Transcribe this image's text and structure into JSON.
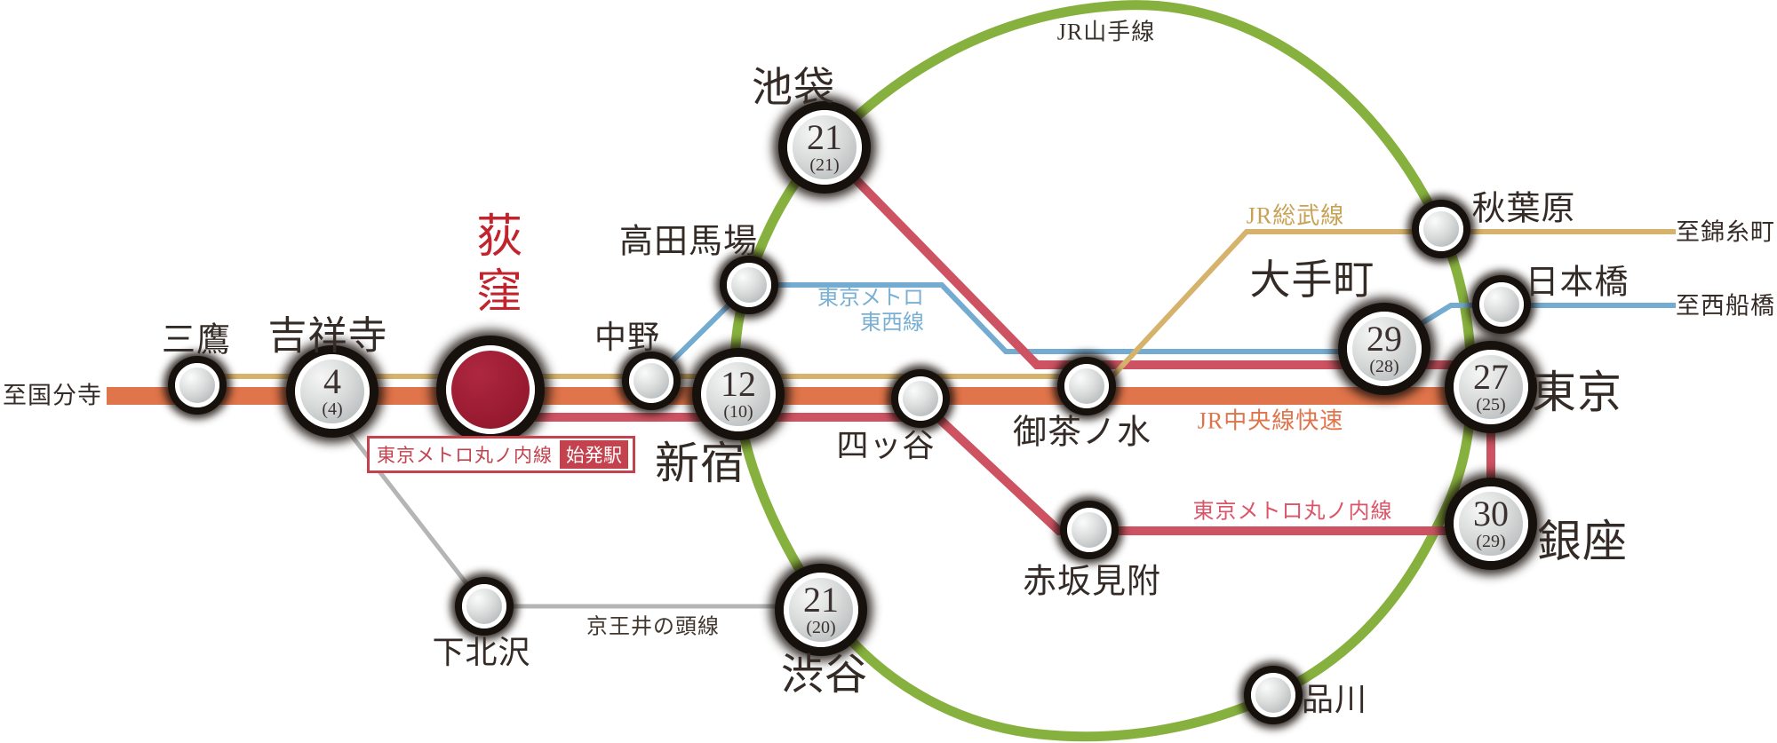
{
  "lines": {
    "yamanote": {
      "label": "JR山手線",
      "color": "#87b13e"
    },
    "chuo_rapid": {
      "label": "JR中央線快速",
      "color": "#e0744a"
    },
    "marunouchi": {
      "label": "東京メトロ丸ノ内線",
      "color": "#cd5362"
    },
    "sobu": {
      "label": "JR総武線",
      "color": "#d6b36c",
      "label_color": "#c7a254"
    },
    "tozai": {
      "label": "東京メトロ東西線",
      "label_lines": [
        "東京メトロ",
        "東西線"
      ],
      "color": "#74abd0"
    },
    "inokashira": {
      "label": "京王井の頭線",
      "color": "#b5b5b5",
      "label_color": "#43382f"
    }
  },
  "endpoints": {
    "kokubunji": "至国分寺",
    "kinshicho": "至錦糸町",
    "nishifunabashi": "至西船橋"
  },
  "origin_station": {
    "name": "荻窪",
    "box_line": "東京メトロ丸ノ内線",
    "box_tag": "始発駅"
  },
  "stations": {
    "mitaka": {
      "name": "三鷹"
    },
    "kichijoji": {
      "name": "吉祥寺",
      "badge_main": "4",
      "badge_sub": "(4)"
    },
    "nakano": {
      "name": "中野"
    },
    "takadanobaba": {
      "name": "高田馬場"
    },
    "ikebukuro": {
      "name": "池袋",
      "badge_main": "21",
      "badge_sub": "(21)"
    },
    "shinjuku": {
      "name": "新宿",
      "badge_main": "12",
      "badge_sub": "(10)"
    },
    "yotsuya": {
      "name": "四ッ谷"
    },
    "ochanomizu": {
      "name": "御茶ノ水"
    },
    "otemachi": {
      "name": "大手町",
      "badge_main": "29",
      "badge_sub": "(28)"
    },
    "akihabara": {
      "name": "秋葉原"
    },
    "nihombashi": {
      "name": "日本橋"
    },
    "tokyo": {
      "name": "東京",
      "badge_main": "27",
      "badge_sub": "(25)"
    },
    "ginza": {
      "name": "銀座",
      "badge_main": "30",
      "badge_sub": "(29)"
    },
    "akasakamitsuke": {
      "name": "赤坂見附"
    },
    "shimokitazawa": {
      "name": "下北沢"
    },
    "shibuya": {
      "name": "渋谷",
      "badge_main": "21",
      "badge_sub": "(20)"
    },
    "shinagawa": {
      "name": "品川"
    }
  },
  "colors": {
    "background": "#ffffff",
    "station_text": "#342b26",
    "yamanote_label_text": "#3a332c",
    "origin_circle_fill": "#9a1b31",
    "origin_name_red": "#c2242e",
    "origin_box_red": "#c4424e",
    "badge_text": "#3a3130",
    "circle_halo": "#17110e"
  }
}
